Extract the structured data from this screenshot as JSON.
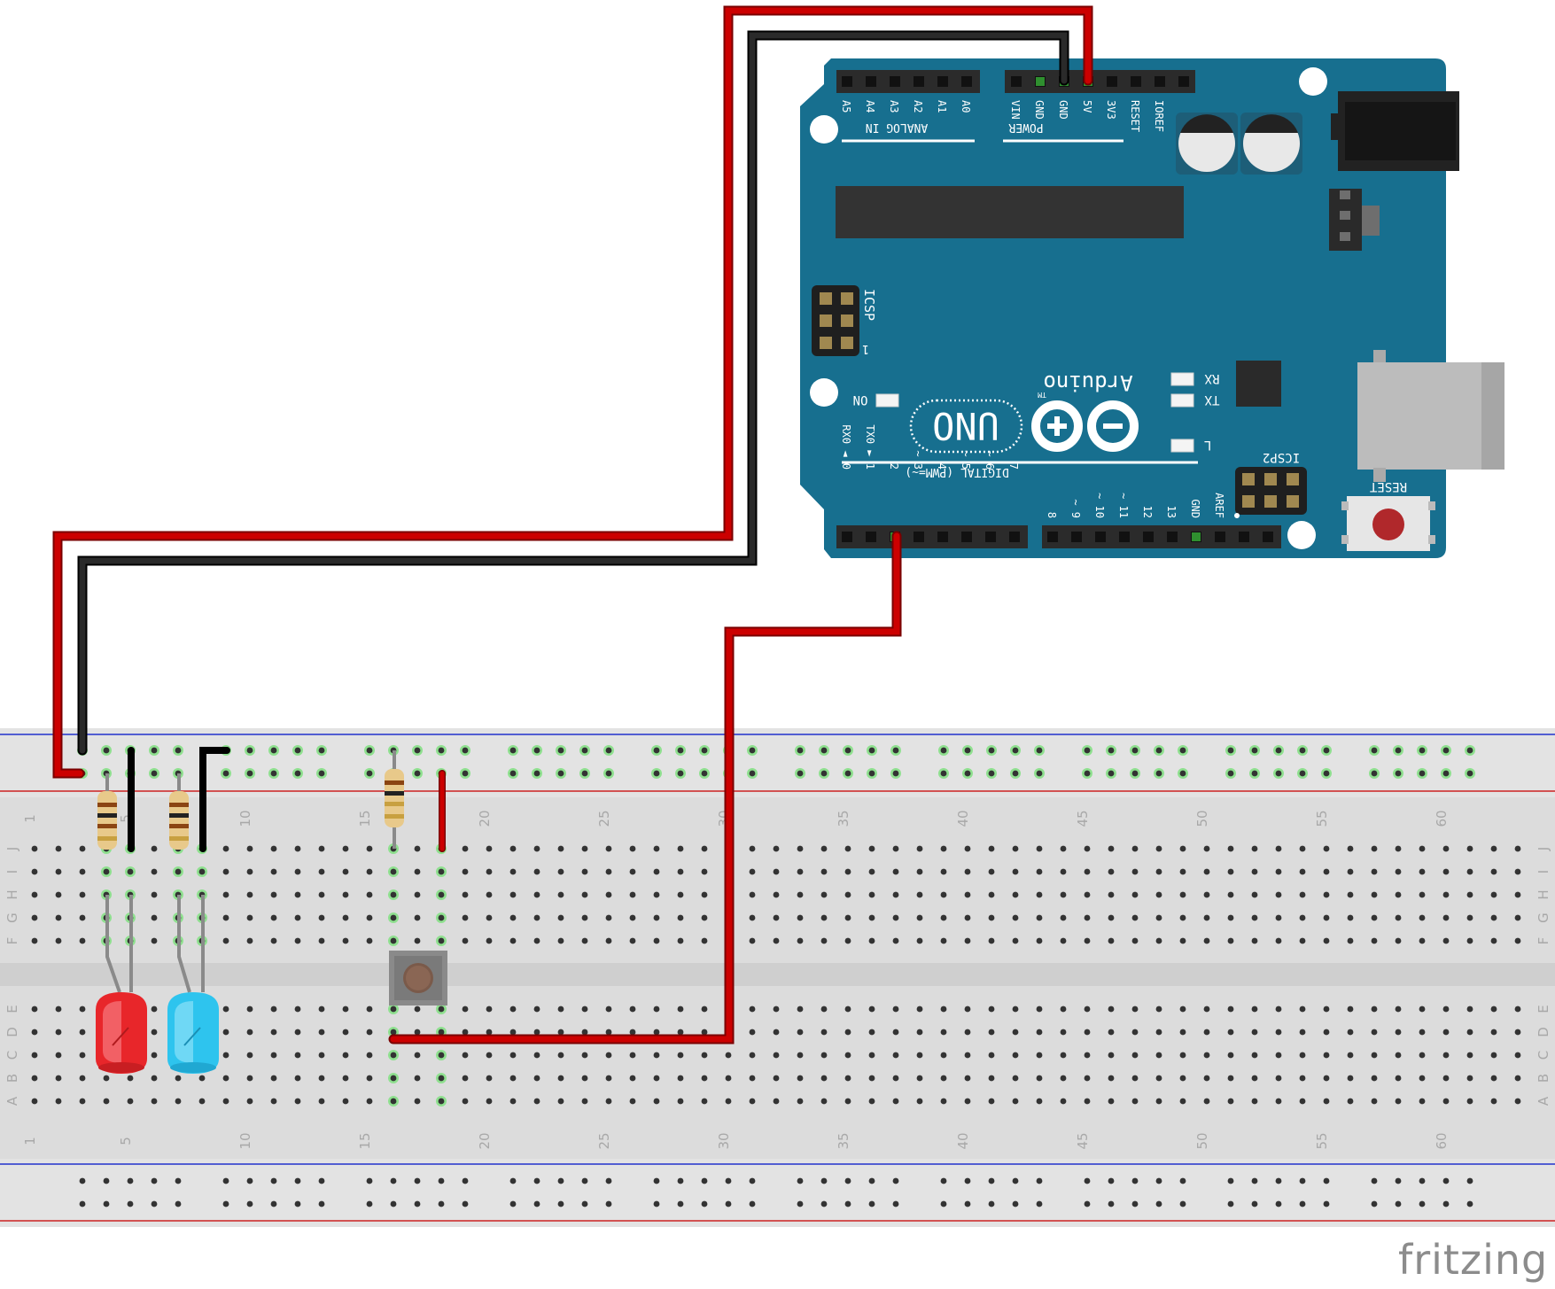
{
  "board": {
    "logo": "Arduino",
    "tm": "TM",
    "model": "UNO",
    "analog_section": "ANALOG IN",
    "analog_pins": [
      "A5",
      "A4",
      "A3",
      "A2",
      "A1",
      "A0"
    ],
    "power_section": "POWER",
    "power_pins": [
      "VIN",
      "GND",
      "GND",
      "5V",
      "3V3",
      "RESET",
      "IOREF"
    ],
    "digital_section": "DIGITAL (PWM=~)",
    "digital_pins_left": [
      "RX0 ◄ 0",
      "TX0 ► 1",
      "2",
      "~ 3",
      "4",
      "~ 5",
      "~ 6",
      "7"
    ],
    "digital_pins_right": [
      "8",
      "~ 9",
      "~ 10",
      "~ 11",
      "12",
      "13",
      "GND",
      "AREF"
    ],
    "icsp": "ICSP",
    "icsp_pin1": "1",
    "icsp2": "ICSP2",
    "on_label": "ON",
    "rx_label": "RX",
    "tx_label": "TX",
    "l_label": "L",
    "reset_label": "RESET"
  },
  "breadboard": {
    "column_numbers": [
      "1",
      "5",
      "10",
      "15",
      "20",
      "25",
      "30",
      "35",
      "40",
      "45",
      "50",
      "55",
      "60"
    ],
    "row_letters_top": [
      "J",
      "I",
      "H",
      "G",
      "F"
    ],
    "row_letters_bottom": [
      "E",
      "D",
      "C",
      "B",
      "A"
    ]
  },
  "brand": "fritzing",
  "colors": {
    "board": "#176f8f",
    "wire_red": "#cc0000",
    "wire_black": "#1a1a1a",
    "breadboard": "#dcdcdc",
    "led_red": "#e8262a",
    "led_blue": "#2ec4ee",
    "hole_highlight": "#4cc04c"
  },
  "components": [
    {
      "name": "Arduino UNO",
      "icon": "arduino-board"
    },
    {
      "name": "breadboard",
      "icon": "breadboard"
    },
    {
      "name": "red LED",
      "icon": "led-icon"
    },
    {
      "name": "blue LED",
      "icon": "led-icon"
    },
    {
      "name": "resistor",
      "icon": "resistor-icon"
    },
    {
      "name": "resistor",
      "icon": "resistor-icon"
    },
    {
      "name": "resistor",
      "icon": "resistor-icon"
    },
    {
      "name": "pushbutton",
      "icon": "pushbutton-icon"
    }
  ]
}
